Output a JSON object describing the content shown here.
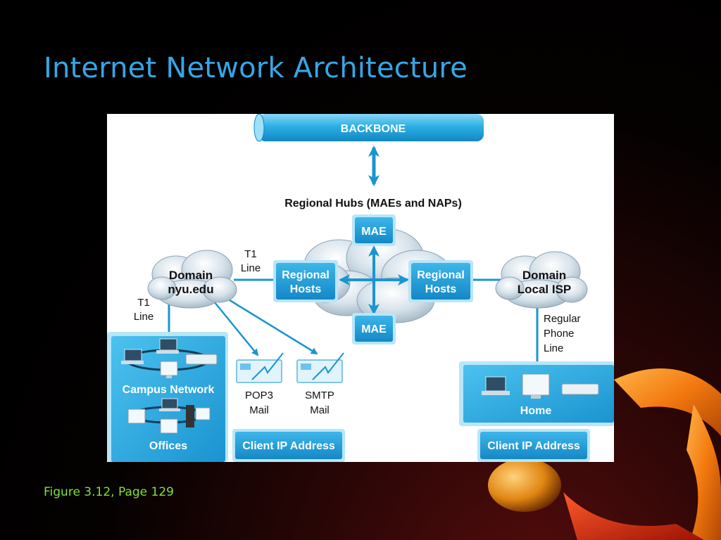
{
  "slide": {
    "title": "Internet Network Architecture",
    "caption": "Figure 3.12, Page 129"
  },
  "diagram": {
    "backbone": "BACKBONE",
    "hubs_label": "Regional Hubs (MAEs and NAPs)",
    "mae_top": "MAE",
    "mae_bottom": "MAE",
    "regional_hosts_left": [
      "Regional",
      "Hosts"
    ],
    "regional_hosts_right": [
      "Regional",
      "Hosts"
    ],
    "t1_line_top": [
      "T1",
      "Line"
    ],
    "t1_line_left": [
      "T1",
      "Line"
    ],
    "domain_nyu": [
      "Domain",
      "nyu.edu"
    ],
    "domain_isp": [
      "Domain",
      "Local ISP"
    ],
    "phone_line": [
      "Regular",
      "Phone",
      "Line"
    ],
    "pop3": [
      "POP3",
      "Mail"
    ],
    "smtp": [
      "SMTP",
      "Mail"
    ],
    "campus_network": "Campus Network",
    "offices": "Offices",
    "home": "Home",
    "client_ip_left": "Client IP Address",
    "client_ip_right": "Client IP Address"
  },
  "colors": {
    "title": "#35a7e6",
    "caption": "#7fe03c",
    "box_blue": "#1c9fd8",
    "arrow_blue": "#1a95cf"
  }
}
